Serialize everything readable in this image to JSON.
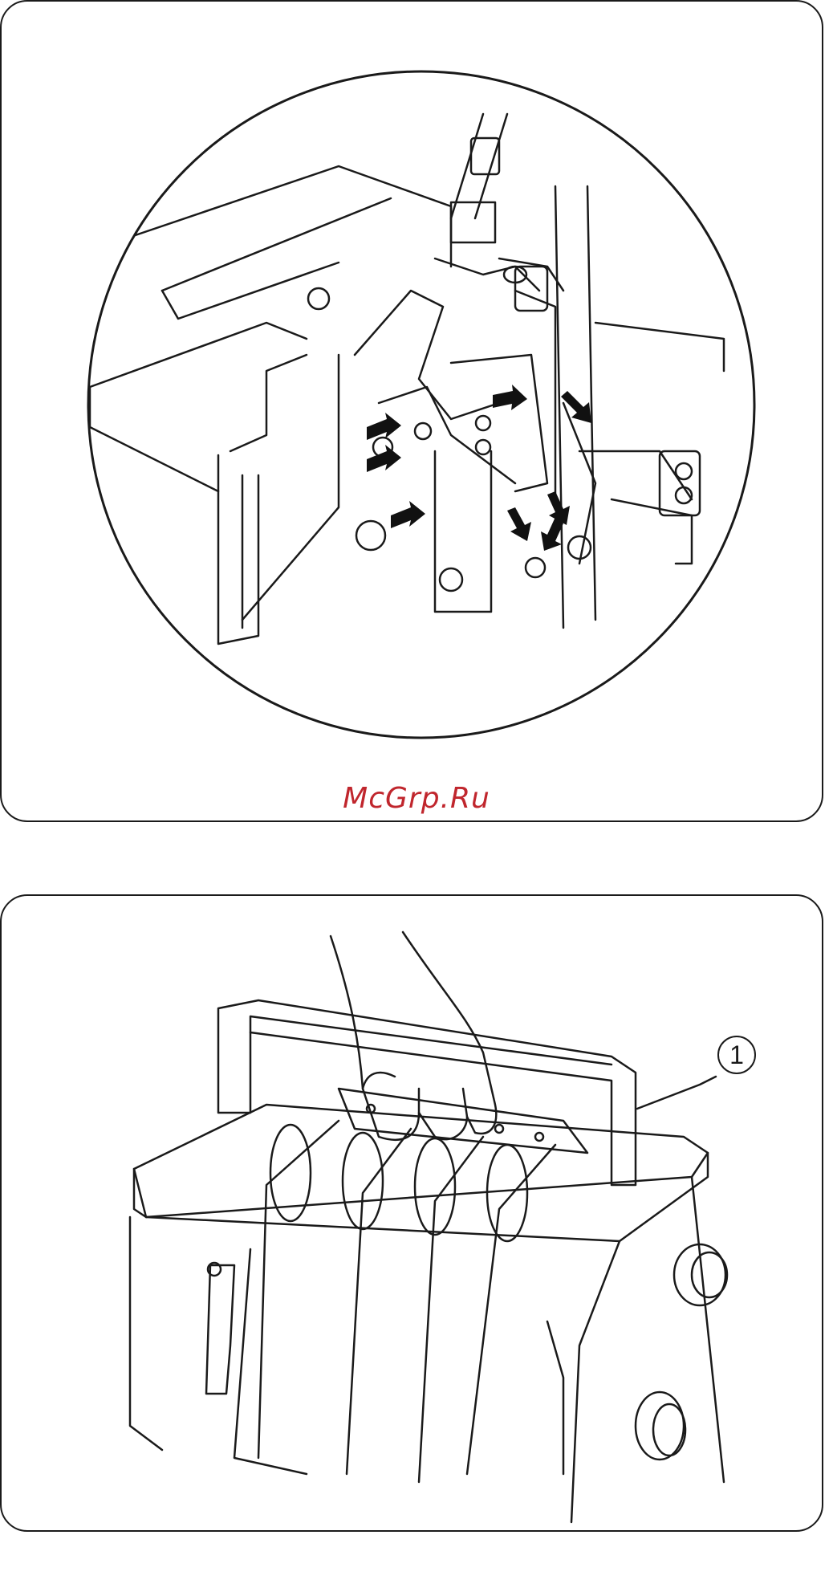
{
  "watermark": {
    "text": "McGrp.Ru",
    "color": "#c0262d"
  },
  "figure_bottom": {
    "callouts": [
      {
        "label": "1"
      }
    ]
  },
  "icons": {
    "top": "serger-looper-mechanism-closeup",
    "bottom": "hand-carrying-serger-by-handle"
  },
  "colors": {
    "line": "#1a1a1a",
    "panel_border": "#1a1a1a",
    "background": "#ffffff",
    "arrow_fill": "#111111"
  }
}
